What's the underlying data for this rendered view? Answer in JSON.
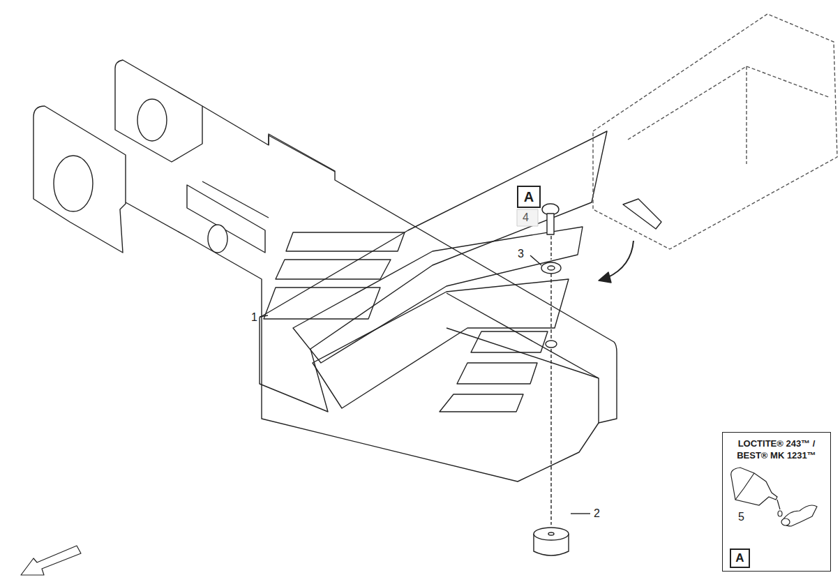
{
  "diagram": {
    "nodes": [
      {
        "text": [
          "A"
        ]
      },
      {
        "text": [
          "LOCTITE® 243™ / BEST® MK 1231™",
          "5"
        ]
      },
      {
        "text": [
          "A"
        ],
        "in": 1
      }
    ],
    "labels": [
      "4",
      "3",
      "1",
      "2"
    ]
  }
}
